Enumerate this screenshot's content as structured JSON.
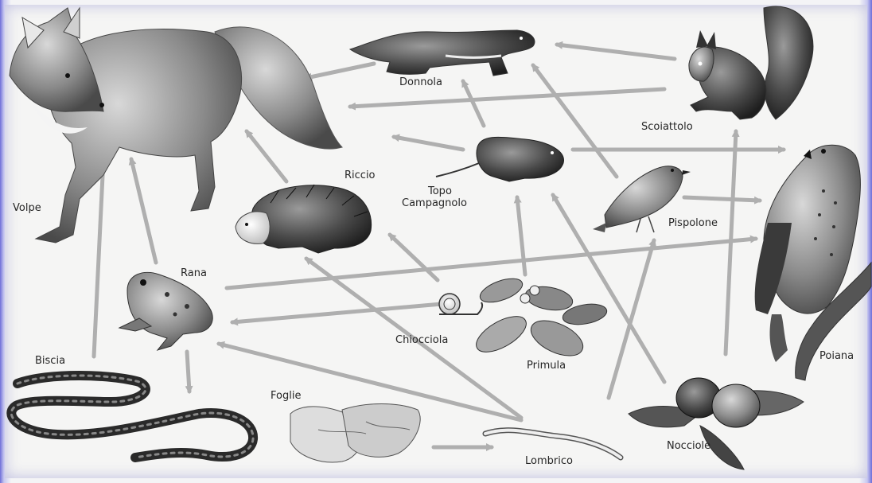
{
  "labels": {
    "volpe": "Volpe",
    "donnola": "Donnola",
    "scoiattolo": "Scoiattolo",
    "riccio": "Riccio",
    "topo_1": "Topo",
    "topo_2": "Campagnolo",
    "pispolone": "Pispolone",
    "poiana": "Poiana",
    "rana": "Rana",
    "biscia": "Biscia",
    "chiocciola": "Chiocciola",
    "primula": "Primula",
    "foglie": "Foglie",
    "lombrico": "Lombrico",
    "nocciole": "Nocciole"
  },
  "colors": {
    "arrow": "#a8a8a8",
    "frame": "#6f6fd8",
    "background": "#f5f5f4",
    "label": "#262626"
  }
}
